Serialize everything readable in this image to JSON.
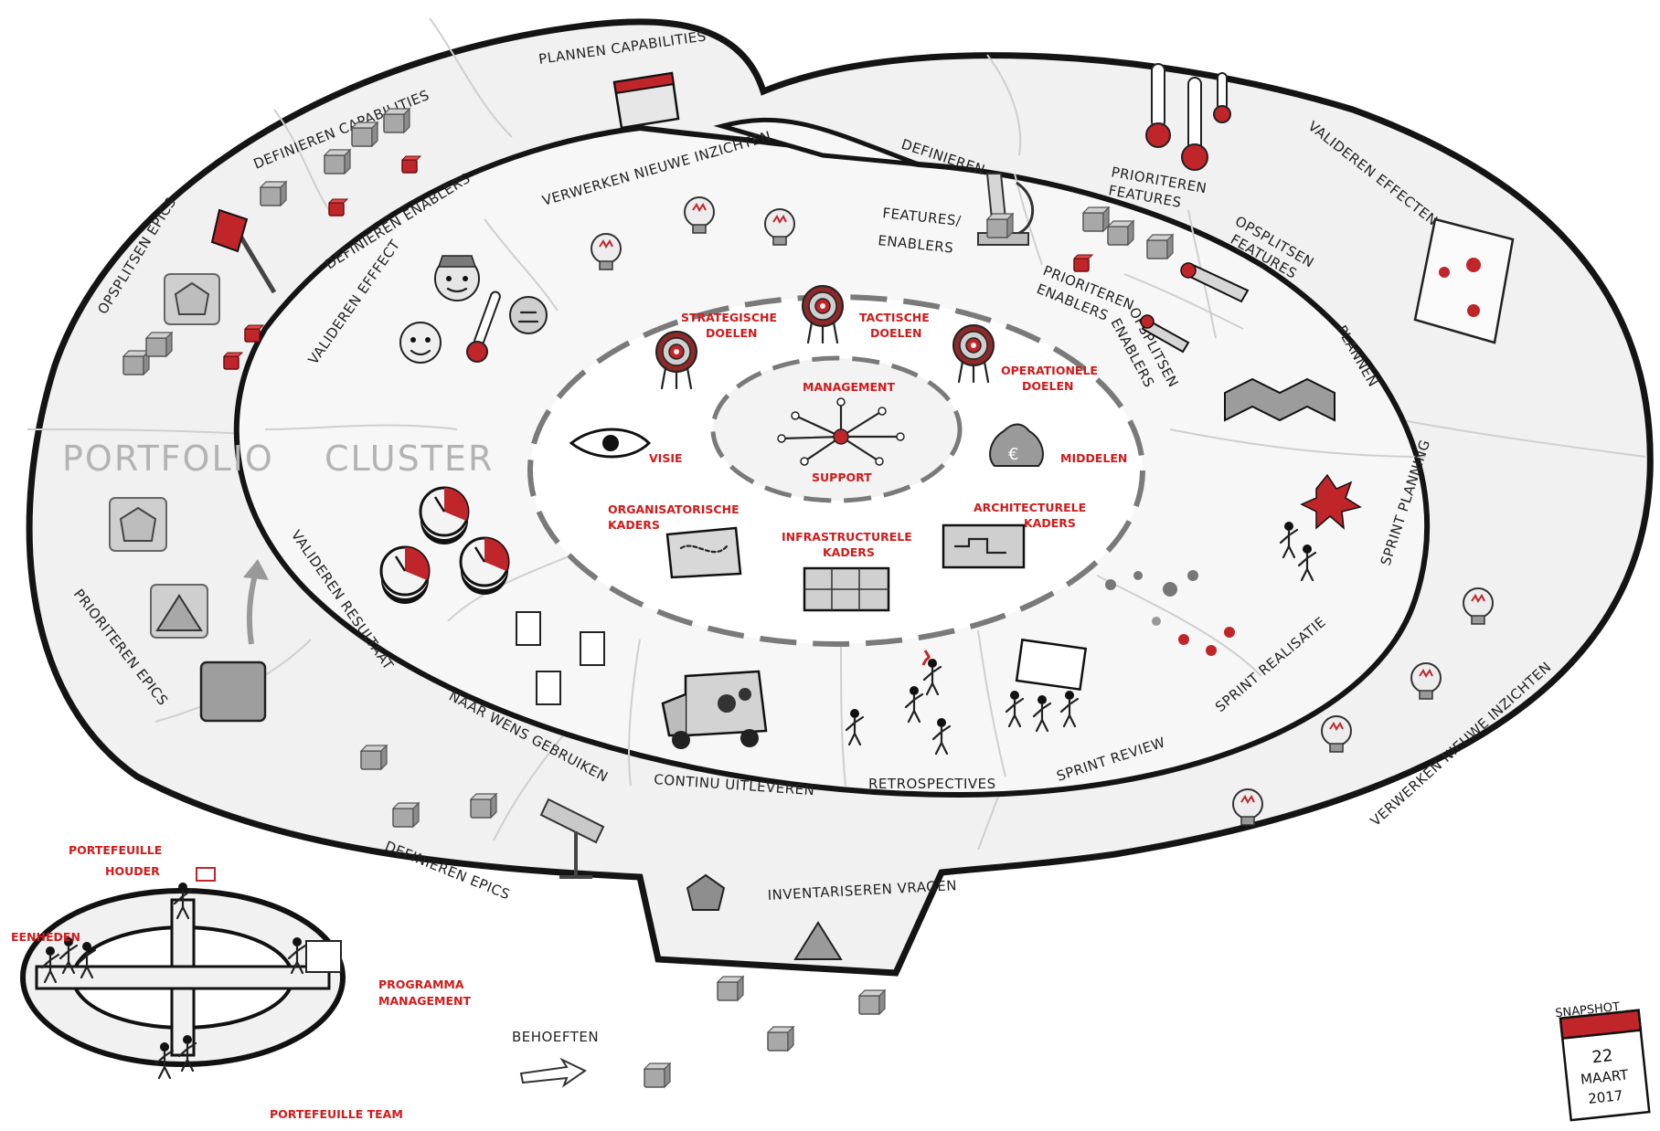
{
  "rings": {
    "portfolio": "PORTFOLIO",
    "cluster": "CLUSTER"
  },
  "outer_ring": {
    "plannen_capabilities": "PLANNEN CAPABILITIES",
    "definieren_capabilities": "DEFINIEREN CAPABILITIES",
    "definieren_enablers": "DEFINIEREN ENABLERS",
    "opsplitsen_epics": "OPSPLITSEN EPICS",
    "prioriteren_epics": "PRIORITEREN EPICS",
    "definieren_epics": "DEFINIEREN EPICS",
    "inventariseren_vragen": "INVENTARISEREN VRAGEN",
    "behoeften": "BEHOEFTEN",
    "valideren_effecten": "VALIDEREN EFFECTEN",
    "verwerken_nieuwe_inzichten_outer": "VERWERKEN NIEUWE INZICHTEN"
  },
  "cluster_ring": {
    "verwerken_nieuwe_inzichten": "VERWERKEN NIEUWE INZICHTEN",
    "valideren_effect": "VALIDEREN EFFFECT",
    "valideren_resultaat": "VALIDEREN RESULTAAT",
    "naar_wens_gebruiken": "NAAR WENS GEBRUIKEN",
    "continu_uitleveren": "CONTINU UITLEVEREN",
    "retrospectives": "RETROSPECTIVES",
    "sprint_review": "SPRINT REVIEW",
    "sprint_realisatie": "SPRINT REALISATIE",
    "sprint_planning": "SPRINT PLANNING",
    "plannen": "PLANNEN",
    "definieren": "DEFINIEREN",
    "features_enablers_1": "FEATURES/",
    "features_enablers_2": "ENABLERS",
    "prioriteren_features_1": "PRIORITEREN",
    "prioriteren_features_2": "FEATURES",
    "prioriteren_enablers_1": "PRIORITEREN",
    "prioriteren_enablers_2": "ENABLERS",
    "opsplitsen_features_1": "OPSPLITSEN",
    "opsplitsen_features_2": "FEATURES",
    "opsplitsen_enablers_1": "OPSPLITSEN",
    "opsplitsen_enablers_2": "ENABLERS"
  },
  "core": {
    "strategische_1": "STRATEGISCHE",
    "strategische_2": "DOELEN",
    "tactische_1": "TACTISCHE",
    "tactische_2": "DOELEN",
    "operationele_1": "OPERATIONELE",
    "operationele_2": "DOELEN",
    "management": "MANAGEMENT",
    "support": "SUPPORT",
    "visie": "VISIE",
    "middelen": "MIDDELEN",
    "organisatorische_1": "ORGANISATORISCHE",
    "organisatorische_2": "KADERS",
    "infrastructurele_1": "INFRASTRUCTURELE",
    "infrastructurele_2": "KADERS",
    "architecturele_1": "ARCHITECTURELE",
    "architecturele_2": "KADERS"
  },
  "roles": {
    "portefeuille_houder_1": "PORTEFEUILLE",
    "portefeuille_houder_2": "HOUDER",
    "eenheden": "EENHEDEN",
    "programma_1": "PROGRAMMA",
    "programma_2": "MANAGEMENT",
    "portefeuille_team": "PORTEFEUILLE TEAM"
  },
  "snapshot": {
    "title": "SNAPSHOT",
    "day": "22",
    "month": "MAART",
    "year": "2017"
  },
  "colors": {
    "accent": "#d11a1a",
    "ink": "#141414",
    "ring_fill": "#f1f1f1",
    "label_gray": "#b3b3b3"
  }
}
